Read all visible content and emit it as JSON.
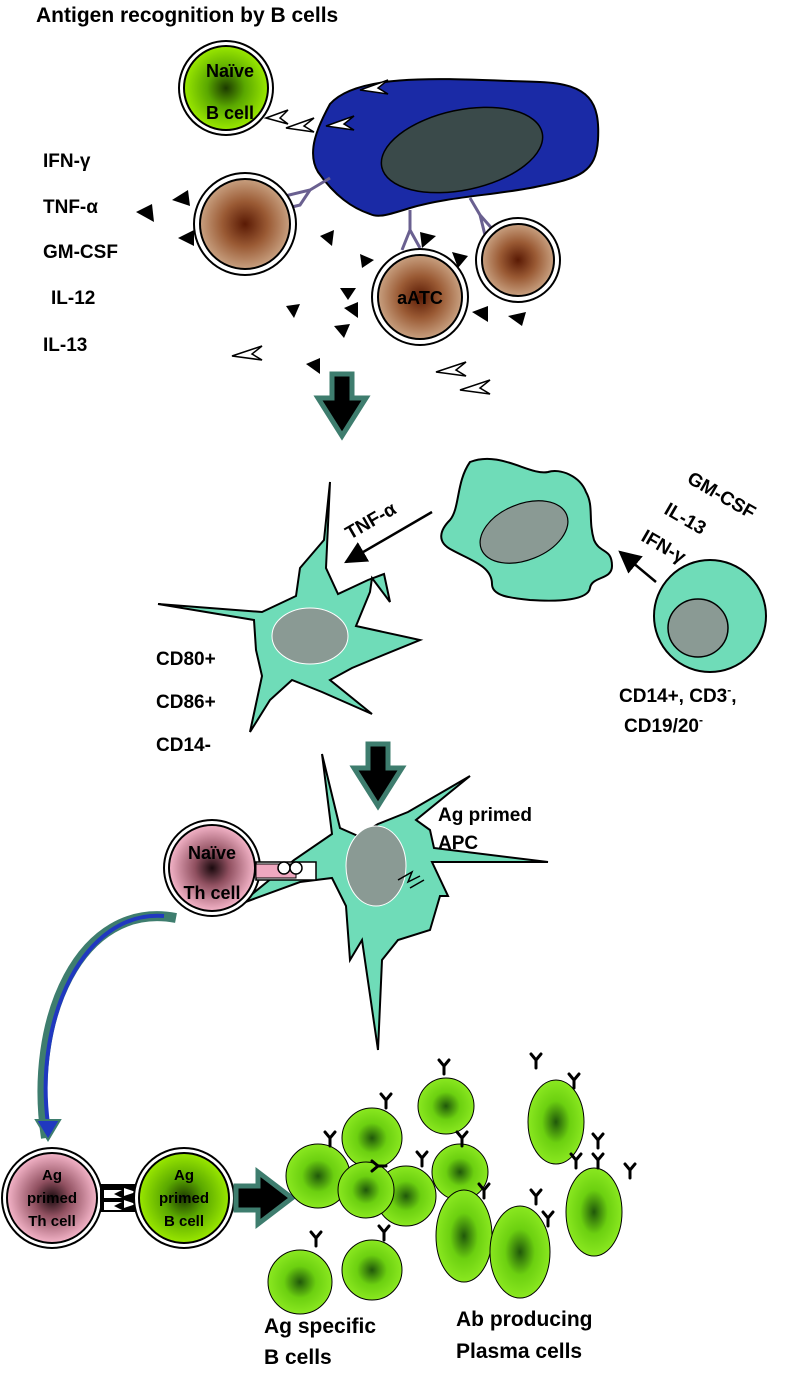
{
  "title": "Antigen recognition by B cells",
  "cytokines_left": [
    "IFN-γ",
    "TNF-α",
    "GM-CSF",
    "IL-12",
    "IL-13"
  ],
  "cells": {
    "naive_b_top": [
      "Naïve",
      "B cell"
    ],
    "aatc": "aATC",
    "naive_th": [
      "Naïve",
      "Th cell"
    ],
    "ag_primed_th": [
      "Ag",
      "primed",
      "Th cell"
    ],
    "ag_primed_b": [
      "Ag",
      "primed",
      "B cell"
    ]
  },
  "cytokines_right": [
    "GM-CSF",
    "IL-13",
    "IFN-γ"
  ],
  "tnf_arrow_label": "TNF-α",
  "dc_markers": [
    "CD80+",
    "CD86+",
    "CD14-"
  ],
  "monocyte_markers": {
    "line1_main": "CD14+, CD3",
    "line1_sup": "-",
    "line1_tail": ",",
    "line2_main": "CD19/20",
    "line2_sup": "-"
  },
  "apc_label": [
    "Ag primed",
    "APC"
  ],
  "bottom_labels": {
    "b_cells": [
      "Ag specific",
      "B cells"
    ],
    "plasma": [
      "Ab producing",
      "Plasma cells"
    ]
  },
  "colors": {
    "tumor": "#1a2aa6",
    "nucleus": "#3a4a4a",
    "dc": "#6fdcb8",
    "dc_nucleus": "#8a9a94",
    "b_cell": "#8ae000",
    "th_cell": "#f0a8c0",
    "atc": "#b08060",
    "arrow_teal": "#3e7d6e",
    "curve_blue": "#2038c0"
  }
}
